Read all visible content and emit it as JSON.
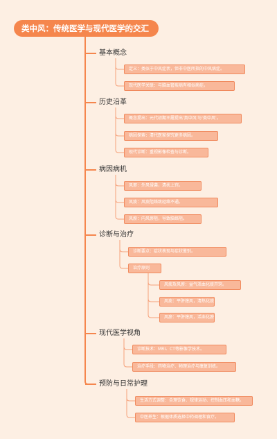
{
  "root": {
    "title": "类中风：传统医学与现代医学的交汇"
  },
  "categories": [
    {
      "label": "基本概念",
      "items": [
        {
          "text": "定义：类似于中风症状，但非中医所指的中风病症。"
        },
        {
          "text": "现代医学关联：与脑血管疾病有相似病症。"
        }
      ]
    },
    {
      "label": "历史沿革",
      "items": [
        {
          "text": "概念提出：元代初期王履提出'真中风'与'类中风'。"
        },
        {
          "text": "病因探索：清代医家探究更多病因。"
        },
        {
          "text": "现代诊断：重视影像检查与诊断。"
        }
      ]
    },
    {
      "label": "病因病机",
      "items": [
        {
          "text": "风邪：外风侵袭，清扰上窍。"
        },
        {
          "text": "风痰：风痰阻络致经络不通。"
        },
        {
          "text": "风瘀：内风瘀阻，导致脑络阻。"
        }
      ]
    },
    {
      "label": "诊断与治疗",
      "items": [
        {
          "text": "诊断要点：症状表现与症状鉴别。"
        },
        {
          "text": "治疗原则",
          "children": [
            {
              "text": "风痰及风瘀：益气活血化痰开窍。"
            },
            {
              "text": "风痰：平肝熄风，清热化痰。"
            },
            {
              "text": "风瘀：平肝熄风，活血化瘀。"
            }
          ]
        }
      ]
    },
    {
      "label": "现代医学视角",
      "items": [
        {
          "text": "诊断技术：MRI、CT等影像学技术。"
        },
        {
          "text": "治疗手段：药物治疗、物理治疗与康复训练。"
        }
      ]
    },
    {
      "label": "预防与日常护理",
      "items": [
        {
          "text": "生活方式调整：合理饮食、规律运动、控制血压和血糖。"
        },
        {
          "text": "中医养生：根据体质选择中药调理和食疗。"
        }
      ]
    }
  ]
}
